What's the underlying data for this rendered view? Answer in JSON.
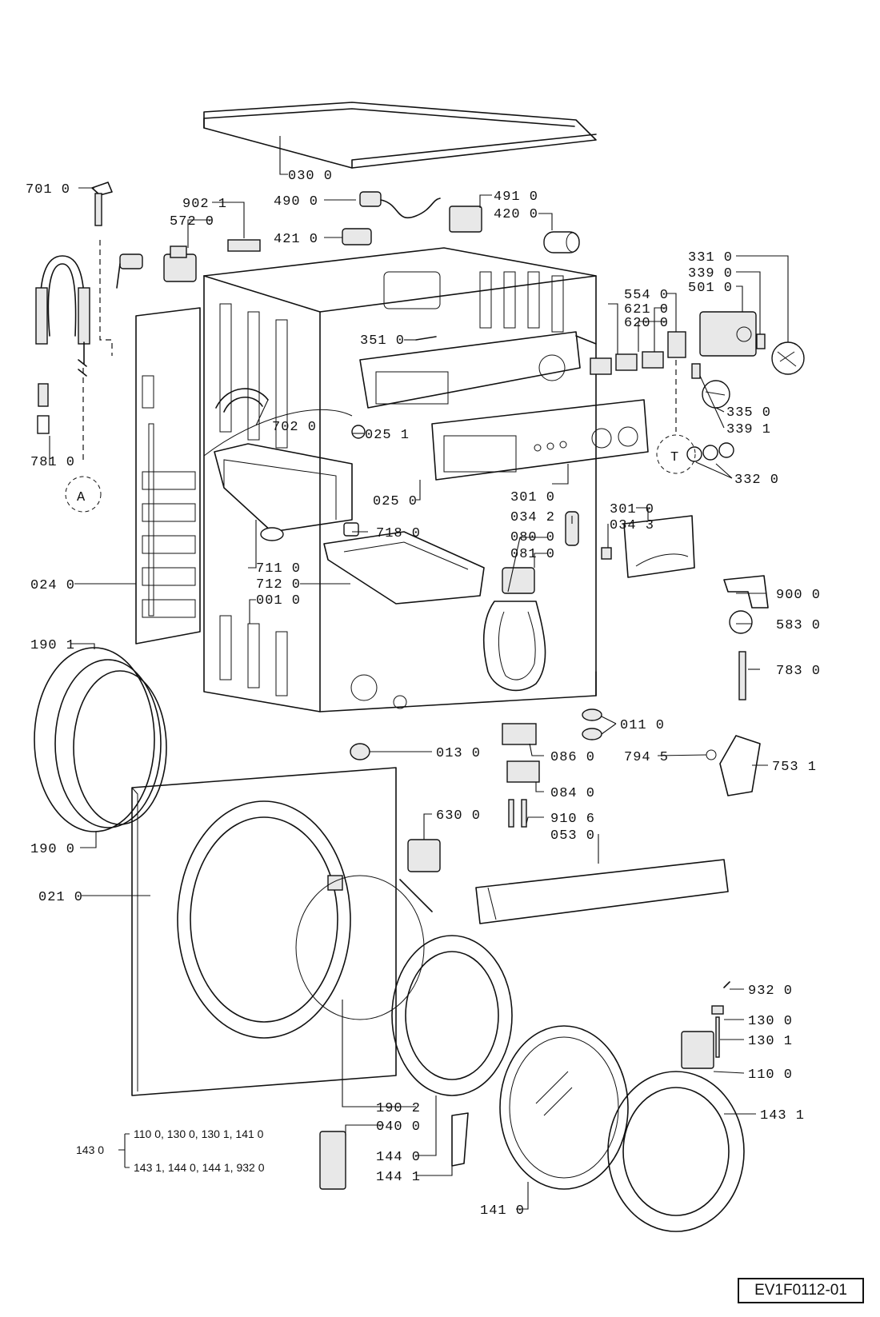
{
  "drawing_code": "EV1F0112-01",
  "callout_A": "A",
  "callout_T": "T",
  "labels": {
    "l030": "030 0",
    "l701": "701 0",
    "l902": "902 1",
    "l572": "572 0",
    "l490": "490 0",
    "l491": "491 0",
    "l420": "420 0",
    "l421": "421 0",
    "l331": "331 0",
    "l339": "339 0",
    "l501": "501 0",
    "l554": "554 0",
    "l621": "621 0",
    "l620": "620 0",
    "l351": "351 0",
    "l702": "702 0",
    "l0251": "025 1",
    "l335": "335 0",
    "l3391": "339 1",
    "l781": "781 0",
    "l332": "332 0",
    "l0250": "025 0",
    "l3010a": "301 0",
    "l3010b": "301 0",
    "l0342": "034 2",
    "l0343": "034 3",
    "l718": "718 0",
    "l080": "080 0",
    "l081": "081 0",
    "l711": "711 0",
    "l712": "712 0",
    "l001": "001 0",
    "l024": "024 0",
    "l900": "900 0",
    "l583": "583 0",
    "l783": "783 0",
    "l1901": "190 1",
    "l011": "011 0",
    "l013": "013 0",
    "l086": "086 0",
    "l7945": "794 5",
    "l7531": "753 1",
    "l084": "084 0",
    "l630": "630 0",
    "l9106": "910 6",
    "l053": "053 0",
    "l1900": "190 0",
    "l021": "021 0",
    "l932": "932 0",
    "l1300": "130 0",
    "l1301": "130 1",
    "l1100": "110 0",
    "l1902": "190 2",
    "l040": "040 0",
    "l1431": "143 1",
    "l1440": "144 0",
    "l1441": "144 1",
    "l141": "141 0"
  },
  "kit": {
    "code": "143 0",
    "line1": "110 0, 130 0, 130 1, 141 0",
    "line2": "143 1, 144 0, 144 1, 932 0"
  }
}
